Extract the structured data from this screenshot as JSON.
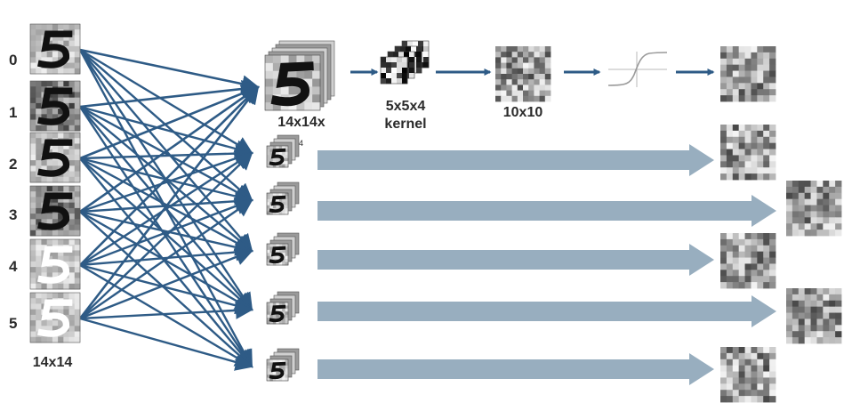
{
  "input_maps": {
    "row_labels": [
      "0",
      "1",
      "2",
      "3",
      "4",
      "5"
    ],
    "size_label": "14x14"
  },
  "pipeline": {
    "stack_label": "14x14x",
    "kernel_label_line1": "5x5x4",
    "kernel_label_line2": "kernel",
    "output_label": "10x10",
    "stray_mark": "4"
  },
  "colors": {
    "connection_arrow": "#2e5b86",
    "flow_arrow": "#98aebf",
    "label_text": "#2b2b2b"
  },
  "icons": {
    "activation": "sigmoid-curve-icon"
  }
}
